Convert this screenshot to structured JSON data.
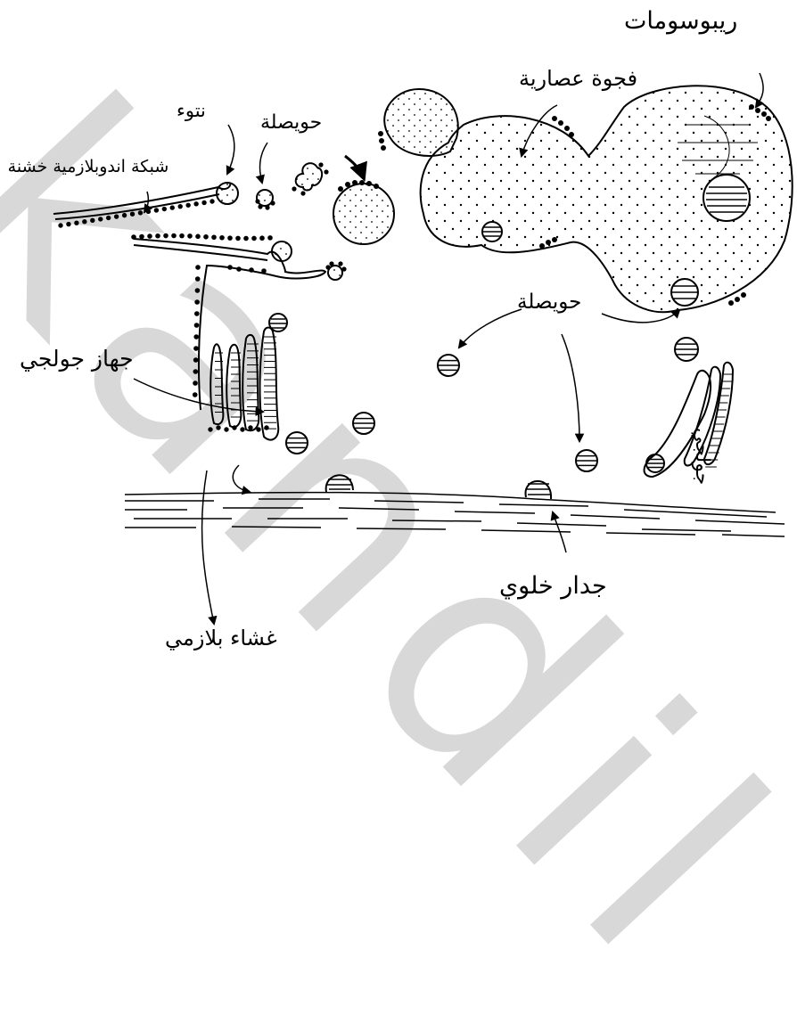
{
  "diagram": {
    "watermark": "kandil",
    "labels": {
      "ribosomes": "ريبوسومات",
      "vacuole": "فجوة عصارية",
      "bud": "نتوء",
      "vesicle_top": "حويصلة",
      "rough_er": "شبكة اندوبلازمية خشنة",
      "golgi_apparatus": "جهاز جولجي",
      "vesicle_mid": "حويصلة",
      "golgi_body": "جولجي",
      "cell_wall": "جدار خلوي",
      "plasma_membrane": "غشاء بلازمي"
    },
    "colors": {
      "ink": "#000000",
      "background": "#ffffff",
      "watermark": "#d8d8d8"
    }
  }
}
